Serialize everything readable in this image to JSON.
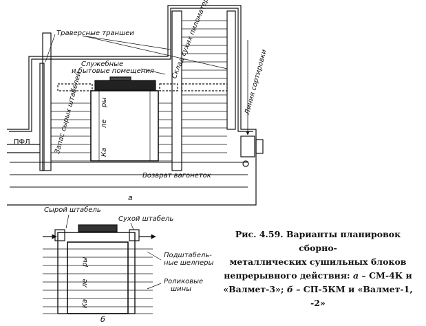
{
  "diagram_a": {
    "traverse_trenches": "Траверсные траншеи",
    "service_rooms_line1": "Служебные",
    "service_rooms_line2": "и бытовые помещения",
    "dry_lumber_store": "Склад сухих пиломатериалов",
    "sorting_line": "Линия сортировки",
    "pfl": "ПФЛ",
    "raw_stacks_store": "Запас сырых штабелей",
    "chamber_text_1": "ры",
    "chamber_text_2": "ле",
    "chamber_text_3": "Ка",
    "wagon_return": "Возврат вагонеток",
    "sublabel": "а"
  },
  "diagram_b": {
    "raw_stack": "Сырой штабель",
    "dry_stack": "Сухой штабель",
    "stacker_line1": "Подштабель-",
    "stacker_line2": "ные шелперы",
    "roller_line1": "Роликовые",
    "roller_line2": "шины",
    "chamber_text_1": "ры",
    "chamber_text_2": "ле",
    "chamber_text_3": "Ка",
    "sublabel": "б"
  },
  "caption": {
    "line1": "Рис. 4.59. Варианты планировок сборно-",
    "line2": "металлических сушильных блоков",
    "line3_a": "непрерывного действия: ",
    "line3_b": "а",
    "line3_c": " – СМ-4К и",
    "line4_a": "«Валмет-3»; ",
    "line4_b": "б",
    "line4_c": " – СП-5КМ и «Валмет-1, -2»"
  }
}
